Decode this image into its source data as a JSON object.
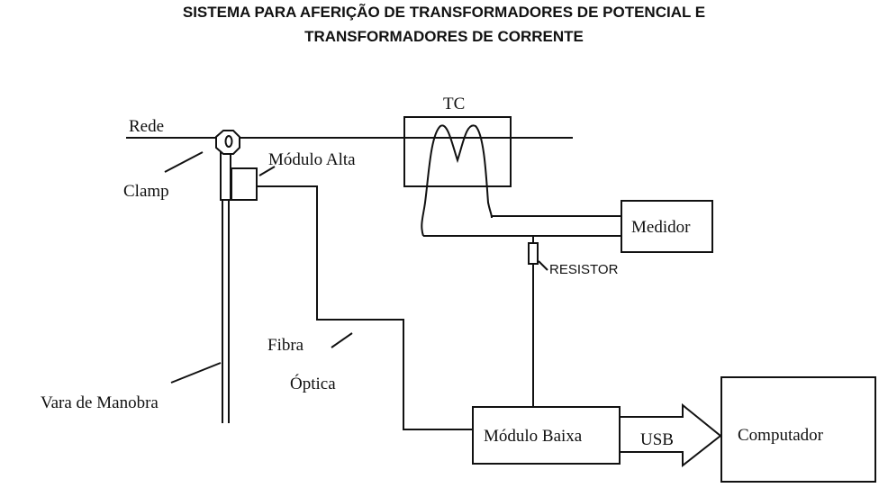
{
  "title": {
    "line1": "SISTEMA PARA AFERIÇÃO DE TRANSFORMADORES DE POTENCIAL E",
    "line2": "TRANSFORMADORES DE CORRENTE"
  },
  "diagram": {
    "rede": "Rede",
    "clamp": "Clamp",
    "modulo_alta": "Módulo Alta",
    "fibra": "Fibra",
    "optica": "Óptica",
    "vara": "Vara de Manobra",
    "tc": "TC",
    "medidor": "Medidor",
    "resistor": "RESISTOR",
    "modulo_baixa": "Módulo Baixa",
    "usb": "USB",
    "computador": "Computador"
  }
}
